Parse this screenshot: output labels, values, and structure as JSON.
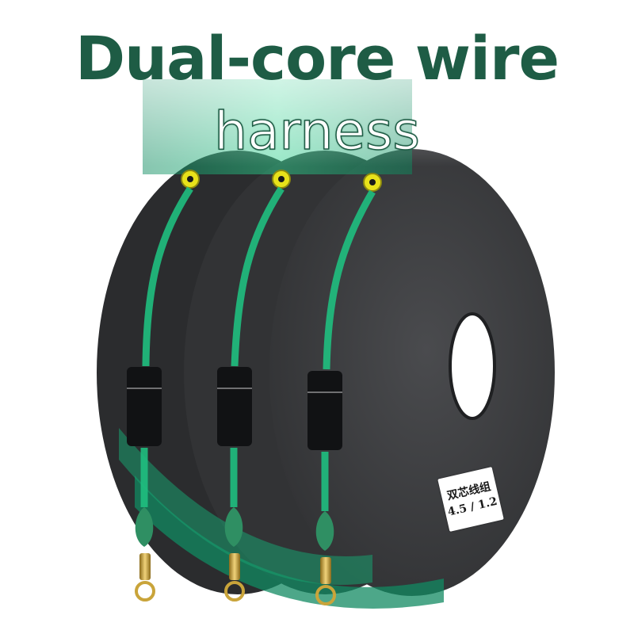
{
  "title": "Dual-core wire",
  "subtitle": "harness",
  "label": {
    "chinese": "双芯线组",
    "spec": "4.5 / 1.2"
  },
  "colors": {
    "title": "#1e5c45",
    "spool": "#3a3b3d",
    "line_green": "#19a37a",
    "bead_yellow": "#e8e21a",
    "float_green": "#2f8f63",
    "swivel_gold": "#c9a43a"
  }
}
